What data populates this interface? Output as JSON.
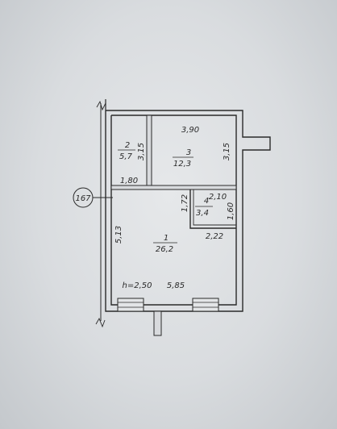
{
  "plan": {
    "marker": "167",
    "rooms": [
      {
        "number": "2",
        "area": "5,7"
      },
      {
        "number": "3",
        "area": "12,3"
      },
      {
        "number": "4",
        "area": "3,4"
      },
      {
        "number": "1",
        "area": "26,2"
      }
    ],
    "dims": {
      "d390": "3,90",
      "d315a": "3,15",
      "d315b": "3,15",
      "d180": "1,80",
      "d210": "2,10",
      "d172": "1,72",
      "d160": "1,60",
      "d222": "2,22",
      "d513": "5,13",
      "d585": "5,85",
      "height": "h=2,50"
    }
  }
}
